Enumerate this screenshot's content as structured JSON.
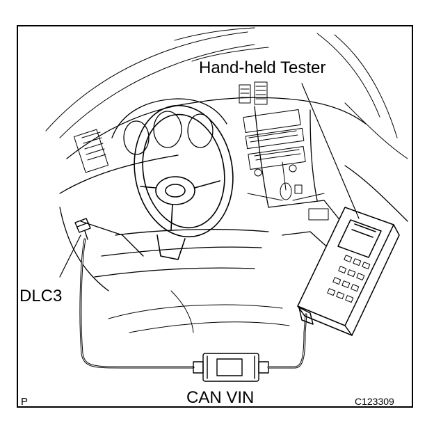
{
  "labels": {
    "hand_held_tester": "Hand-held Tester",
    "dlc3": "DLC3",
    "can_vin": "CAN VIN",
    "corner_mark": "P",
    "figure_code": "C123309"
  },
  "colors": {
    "line": "#000000",
    "background": "#ffffff"
  }
}
